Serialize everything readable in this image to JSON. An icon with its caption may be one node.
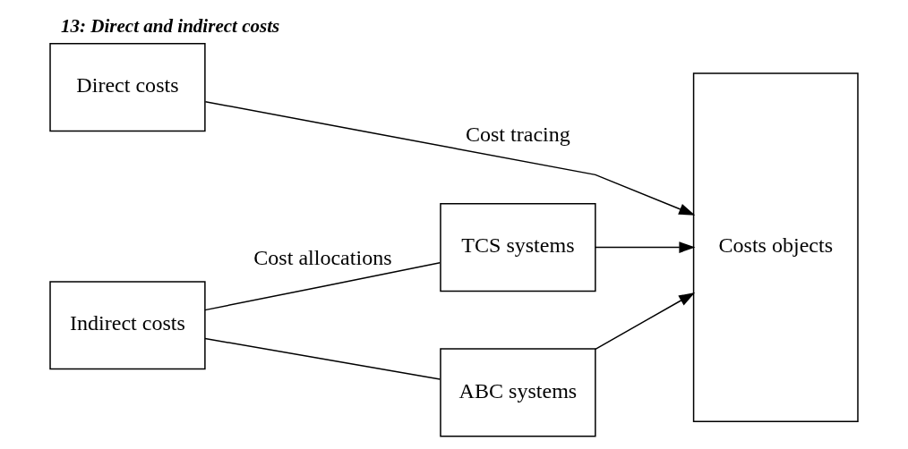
{
  "diagram": {
    "title": "13: Direct and indirect costs",
    "nodes": [
      {
        "text": [
          "Direct costs"
        ]
      },
      {
        "text": [
          "Indirect costs"
        ]
      },
      {
        "text": [
          "TCS systems"
        ]
      },
      {
        "text": [
          "ABC systems"
        ]
      },
      {
        "text": [
          "Costs objects"
        ]
      }
    ],
    "edges": [
      {
        "from": 0,
        "to": 4,
        "arrow": "to",
        "label": "Cost tracing"
      },
      {
        "from": 1,
        "to": 2,
        "arrow": "none",
        "label": "Cost allocations"
      },
      {
        "from": 1,
        "to": 3,
        "arrow": "none"
      },
      {
        "from": 2,
        "to": 4,
        "arrow": "to"
      },
      {
        "from": 3,
        "to": 4,
        "arrow": "to"
      }
    ]
  }
}
